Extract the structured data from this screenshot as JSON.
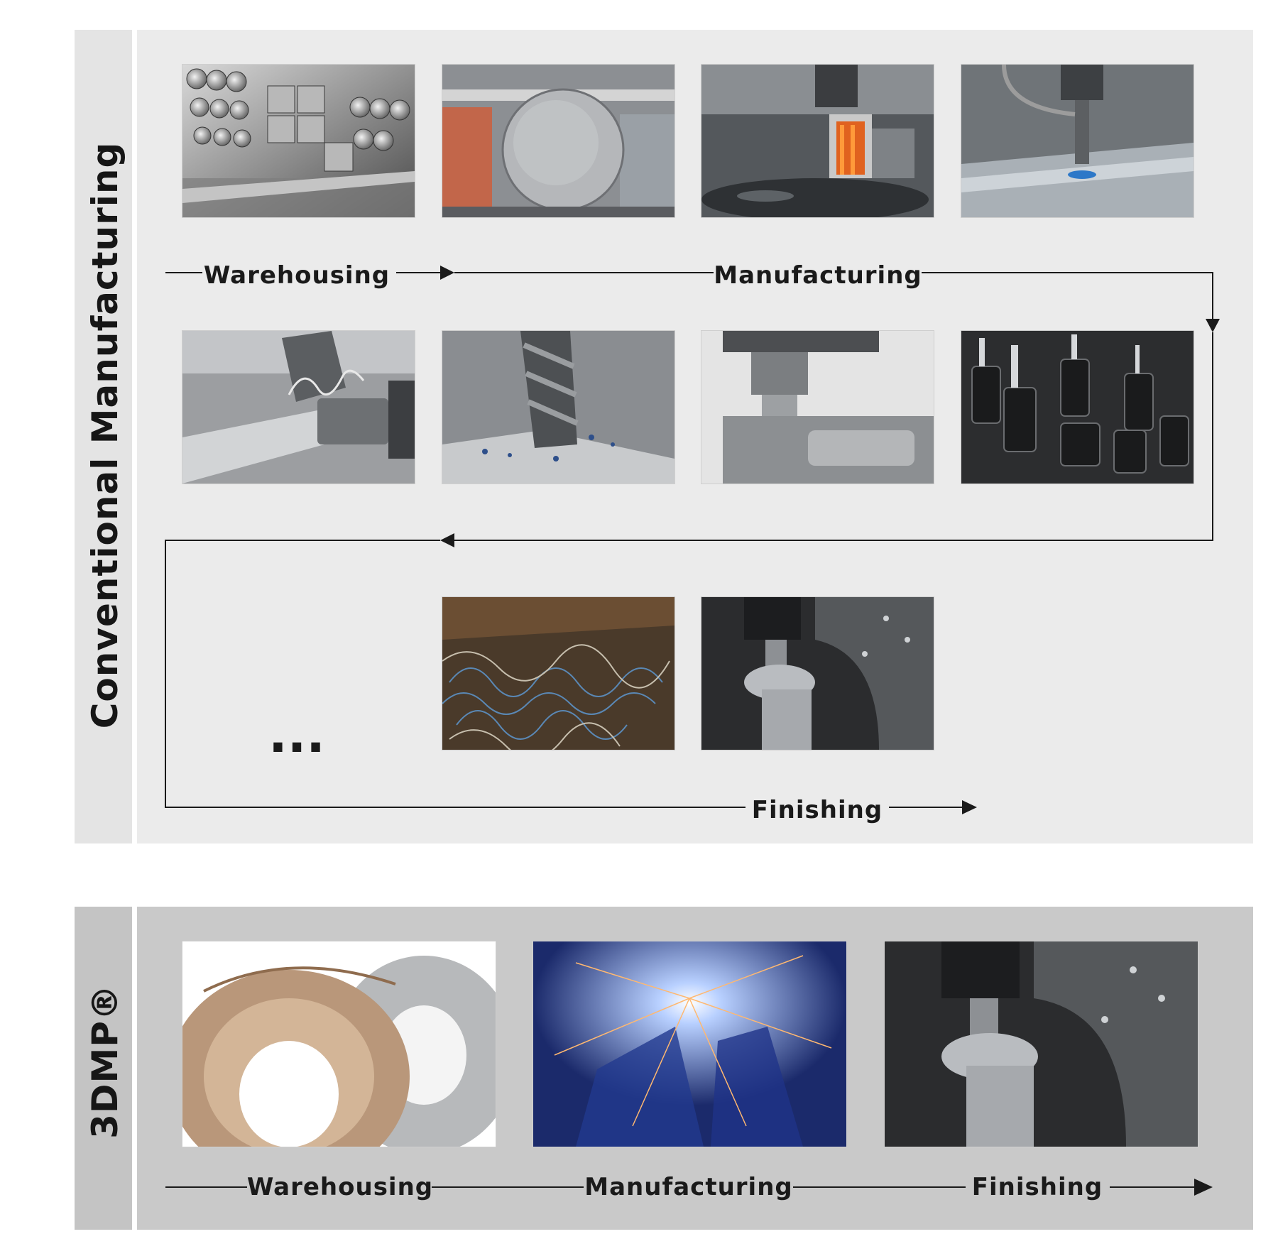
{
  "conventional": {
    "title": "Conventional Manufacturing",
    "photos": [
      {
        "name": "metal-stock-photo",
        "subject": "stacked steel bars and profiles"
      },
      {
        "name": "band-saw-cutting-photo",
        "subject": "band saw cutting round bar"
      },
      {
        "name": "spark-erosion-photo",
        "subject": "electrode with sparks in fluid"
      },
      {
        "name": "waterjet-cutting-photo",
        "subject": "cutting head over metal sheet"
      },
      {
        "name": "lathe-turning-photo",
        "subject": "lathe turning with chips"
      },
      {
        "name": "drill-bit-photo",
        "subject": "twist drill with blue chips"
      },
      {
        "name": "milling-cutter-photo",
        "subject": "end mill machining pocket"
      },
      {
        "name": "tool-holders-photo",
        "subject": "set of tool holders"
      },
      {
        "name": "metal-chips-scrap-photo",
        "subject": "bin of metal chips"
      },
      {
        "name": "five-axis-impeller-photo",
        "subject": "5-axis milling of impeller"
      }
    ],
    "labels": {
      "warehousing": "Warehousing",
      "manufacturing": "Manufacturing",
      "finishing": "Finishing",
      "ellipsis": "..."
    }
  },
  "dmp": {
    "title": "3DMP®",
    "photos": [
      {
        "name": "wire-spools-photo",
        "subject": "copper and steel welding wire spools"
      },
      {
        "name": "arc-welding-photo",
        "subject": "blue arc deposition with sparks"
      },
      {
        "name": "five-axis-finishing-photo",
        "subject": "5-axis milling of impeller"
      }
    ],
    "labels": {
      "warehousing": "Warehousing",
      "manufacturing": "Manufacturing",
      "finishing": "Finishing"
    }
  },
  "colors": {
    "panel_light": "#ebebeb",
    "panel_dark": "#c9c9c9",
    "line": "#1a1a1a"
  }
}
